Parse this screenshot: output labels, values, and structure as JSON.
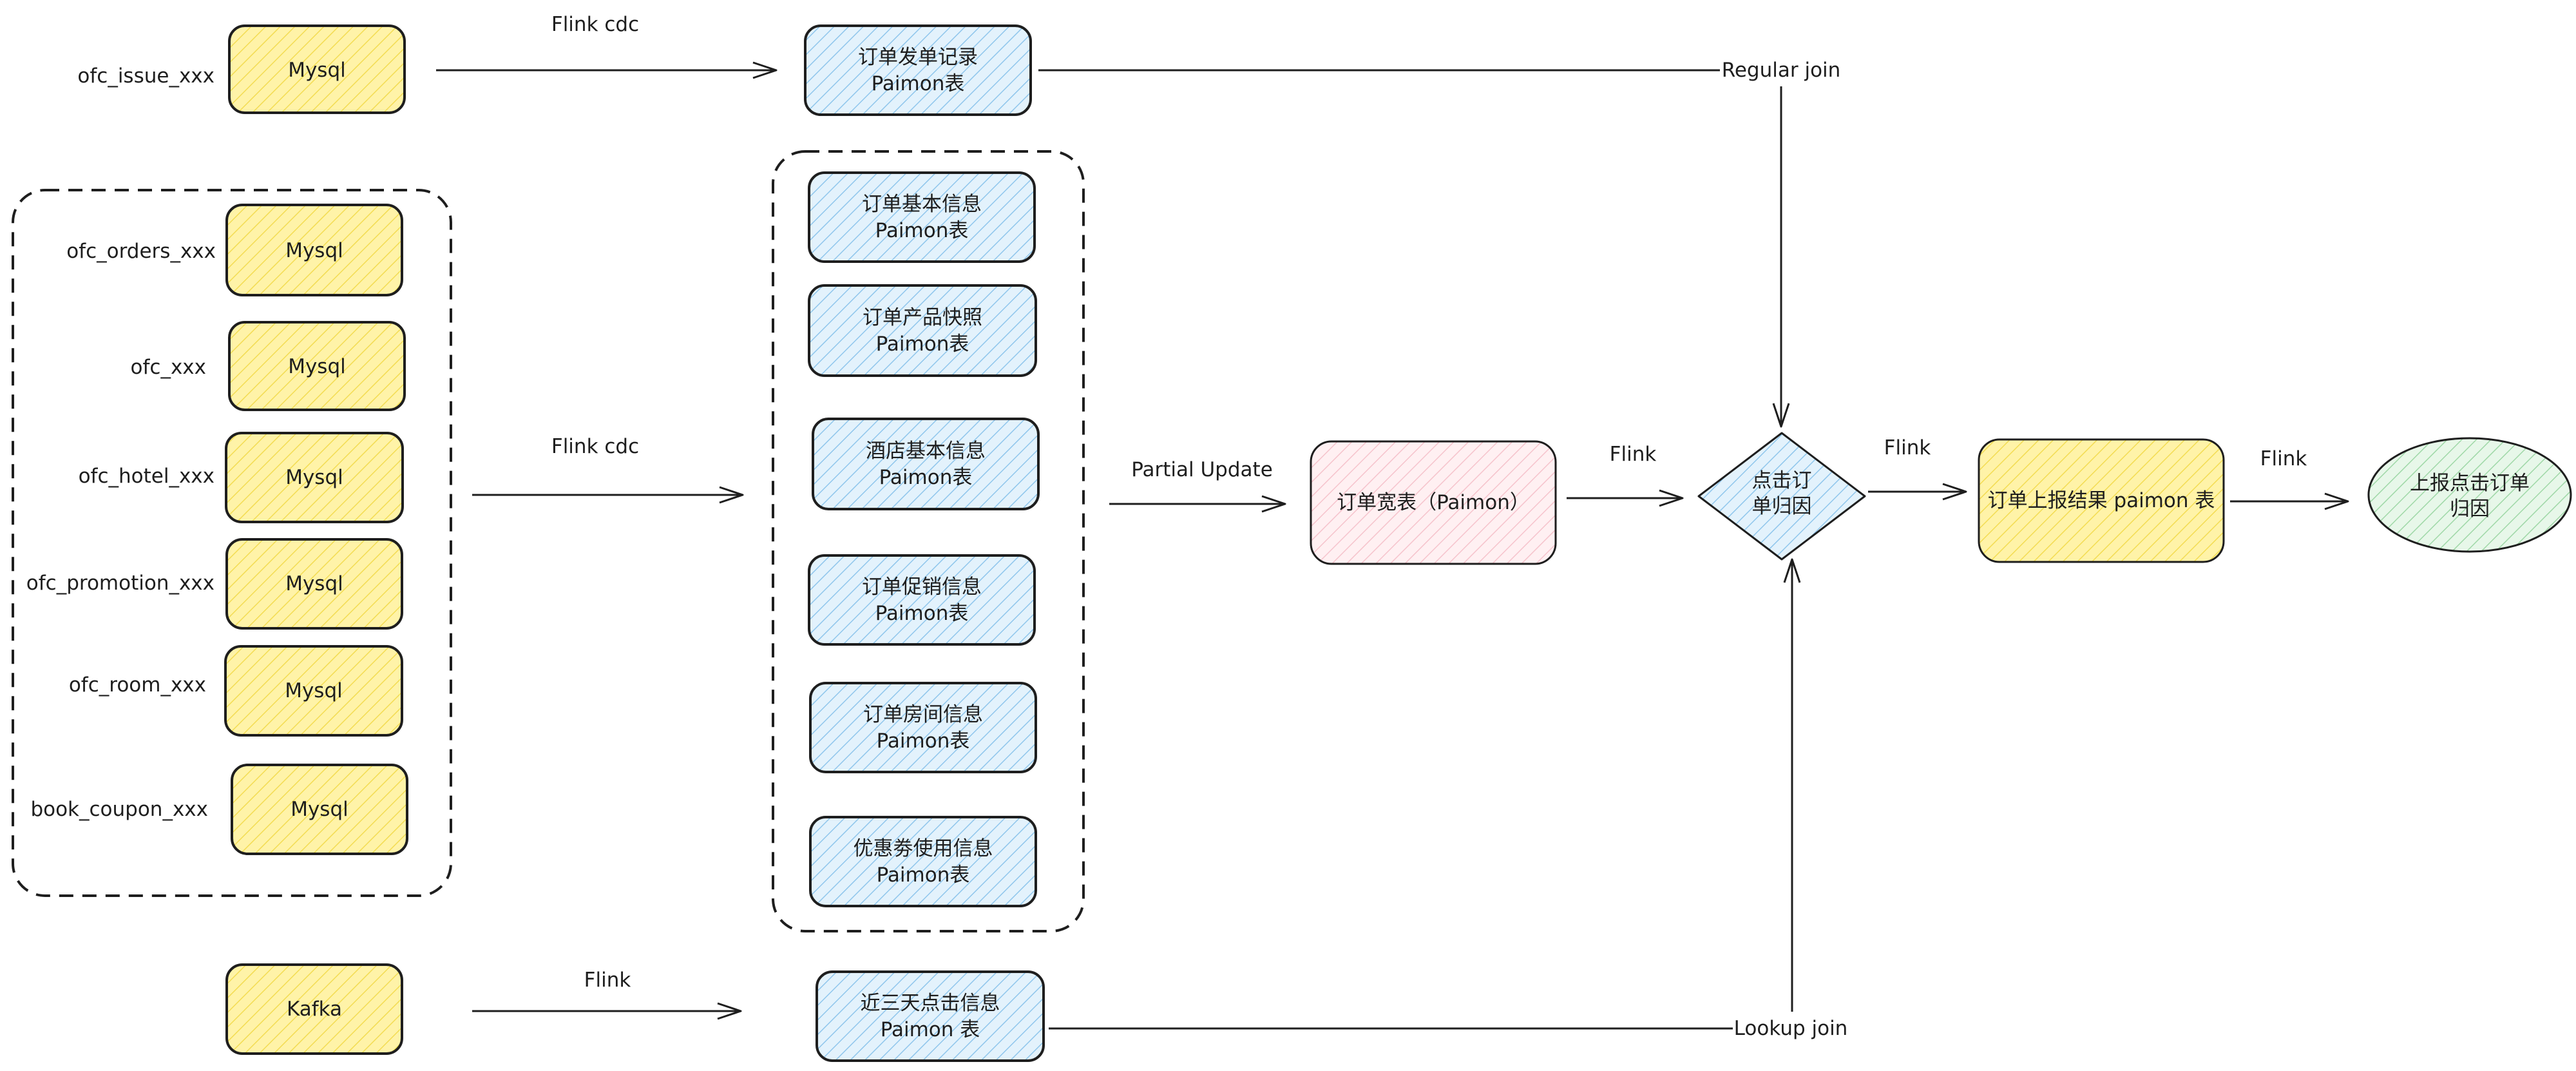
{
  "colors": {
    "stroke": "#1e1e1e",
    "mysql_fill": "#fff3a8",
    "mysql_hatch": "#f3dc52",
    "paimon_fill": "#e3f2fc",
    "paimon_hatch": "#8fc6ec",
    "wide_fill": "#fff0f2",
    "wide_hatch": "#f6c3cc",
    "decision_fill": "#e3f2fc",
    "decision_hatch": "#8fc6ec",
    "result_fill": "#fff3a8",
    "result_hatch": "#f3dc52",
    "final_fill": "#e7f7e9",
    "final_hatch": "#9fd8a7"
  },
  "sources": {
    "issue": {
      "label": "ofc_issue_xxx",
      "db": "Mysql"
    },
    "orders": {
      "label": "ofc_orders_xxx",
      "db": "Mysql"
    },
    "ofc": {
      "label": "ofc_xxx",
      "db": "Mysql"
    },
    "hotel": {
      "label": "ofc_hotel_xxx",
      "db": "Mysql"
    },
    "promotion": {
      "label": "ofc_promotion_xxx",
      "db": "Mysql"
    },
    "room": {
      "label": "ofc_room_xxx",
      "db": "Mysql"
    },
    "coupon": {
      "label": "book_coupon_xxx",
      "db": "Mysql"
    },
    "kafka": {
      "db": "Kafka"
    }
  },
  "tables": {
    "issue_record": {
      "line1": "订单发单记录",
      "line2": "Paimon表"
    },
    "order_basic": {
      "line1": "订单基本信息",
      "line2": "Paimon表"
    },
    "product_snapshot": {
      "line1": "订单产品快照",
      "line2": "Paimon表"
    },
    "hotel_basic": {
      "line1": "酒店基本信息",
      "line2": "Paimon表"
    },
    "promotion_info": {
      "line1": "订单促销信息",
      "line2": "Paimon表"
    },
    "room_info": {
      "line1": "订单房间信息",
      "line2": "Paimon表"
    },
    "coupon_usage": {
      "line1": "优惠劵使用信息",
      "line2": "Paimon表"
    },
    "click_3days": {
      "line1": "近三天点击信息",
      "line2": "Paimon 表"
    }
  },
  "wide_table": {
    "label": "订单宽表（Paimon）"
  },
  "decision": {
    "line1": "点击订",
    "line2": "单归因"
  },
  "result_table": {
    "label": "订单上报结果 paimon 表"
  },
  "final": {
    "line1": "上报点击订单",
    "line2": "归因"
  },
  "edges": {
    "cdc_top": "Flink cdc",
    "cdc_mid": "Flink cdc",
    "flink_kafka": "Flink",
    "partial_update": "Partial Update",
    "flink_to_decision": "Flink",
    "flink_to_result": "Flink",
    "flink_to_final": "Flink",
    "regular_join": "Regular join",
    "lookup_join": "Lookup join"
  }
}
